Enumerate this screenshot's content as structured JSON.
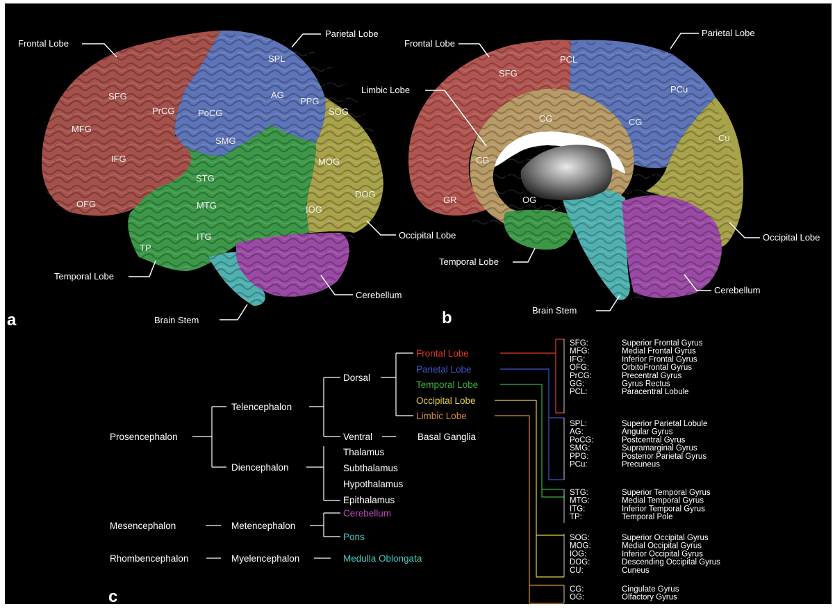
{
  "panels": {
    "a": "a",
    "b": "b",
    "c": "c"
  },
  "panel_a": {
    "lobes": {
      "frontal": "Frontal Lobe",
      "parietal": "Parietal Lobe",
      "temporal": "Temporal Lobe",
      "occipital": "Occipital Lobe",
      "cerebellum": "Cerebellum",
      "brainstem": "Brain Stem"
    },
    "gyri": {
      "sfg": "SFG",
      "mfg": "MFG",
      "ifg": "IFG",
      "ofg": "OFG",
      "prcg": "PrCG",
      "pocg": "PoCG",
      "spl": "SPL",
      "ag": "AG",
      "ppg": "PPG",
      "smg": "SMG",
      "sog": "SOG",
      "mog": "MOG",
      "iog": "IOG",
      "dog": "DOG",
      "stg": "STG",
      "mtg": "MTG",
      "itg": "ITG",
      "tp": "TP"
    }
  },
  "panel_b": {
    "lobes": {
      "frontal": "Frontal Lobe",
      "parietal": "Parietal Lobe",
      "limbic": "Limbic Lobe",
      "temporal": "Temporal Lobe",
      "occipital": "Occipital Lobe",
      "cerebellum": "Cerebellum",
      "brainstem": "Brain Stem"
    },
    "gyri": {
      "sfg": "SFG",
      "pcl": "PCL",
      "pcu": "PCu",
      "cg1": "CG",
      "cg2": "CG",
      "cg3": "CG",
      "cu": "Cu",
      "gr": "GR",
      "og": "OG"
    }
  },
  "panel_c": {
    "divisions": [
      "Prosencephalon",
      "Mesencephalon",
      "Rhombencephalon"
    ],
    "subdivisions": {
      "telencephalon": "Telencephalon",
      "diencephalon": "Diencephalon",
      "metencephalon": "Metencephalon",
      "myelencephalon": "Myelencephalon",
      "dorsal": "Dorsal",
      "ventral": "Ventral",
      "basal_ganglia": "Basal Ganglia"
    },
    "diencephalon_parts": [
      "Thalamus",
      "Subthalamus",
      "Hypothalamus",
      "Epithalamus"
    ],
    "lobes": [
      {
        "name": "Frontal Lobe",
        "color": "#e23b2b"
      },
      {
        "name": "Parietal Lobe",
        "color": "#3f57c8"
      },
      {
        "name": "Temporal Lobe",
        "color": "#3fb03f"
      },
      {
        "name": "Occipital Lobe",
        "color": "#e0d24a"
      },
      {
        "name": "Limbic Lobe",
        "color": "#d98a3a"
      }
    ],
    "hindbrain": [
      {
        "name": "Cerebellum",
        "color": "#c44cc4"
      },
      {
        "name": "Pons",
        "color": "#45c8c0"
      },
      {
        "name": "Medulla Oblongata",
        "color": "#45c8c0"
      }
    ],
    "gyri_groups": [
      {
        "lobe": "frontal",
        "color": "#e23b2b",
        "items": [
          [
            "SFG:",
            "Superior Frontal Gyrus"
          ],
          [
            "MFG:",
            "Medial Frontal Gyrus"
          ],
          [
            "IFG:",
            "Inferior Frontal Gyrus"
          ],
          [
            "OFG:",
            "OrbitoFrontal Gyrus"
          ],
          [
            "PrCG:",
            "Precentral Gyrus"
          ],
          [
            "GG:",
            "Gyrus Rectus"
          ],
          [
            "PCL:",
            "Paracentral Lobule"
          ]
        ]
      },
      {
        "lobe": "parietal",
        "color": "#3f57c8",
        "items": [
          [
            "SPL:",
            "Superior Parietal Lobule"
          ],
          [
            "AG:",
            "Angular Gyrus"
          ],
          [
            "PoCG:",
            "Postcentral Gyrus"
          ],
          [
            "SMG:",
            "Supramarginal Gyrus"
          ],
          [
            "PPG:",
            "Posterior Parietal Gyrus"
          ],
          [
            "PCu:",
            "Precuneus"
          ]
        ]
      },
      {
        "lobe": "temporal",
        "color": "#3fb03f",
        "items": [
          [
            "STG:",
            "Superior Temporal Gyrus"
          ],
          [
            "MTG:",
            "Medial Temporal Gyrus"
          ],
          [
            "ITG:",
            "Inferior Temporal Gyrus"
          ],
          [
            "TP:",
            "Temporal Pole"
          ]
        ]
      },
      {
        "lobe": "occipital",
        "color": "#e0d24a",
        "items": [
          [
            "SOG:",
            "Superior Occipital Gyrus"
          ],
          [
            "MOG:",
            "Medial Occipital Gyrus"
          ],
          [
            "IOG:",
            "Inferior Occipital Gyrus"
          ],
          [
            "DOG:",
            "Descending Occipital Gyrus"
          ],
          [
            "CU:",
            "Cuneus"
          ]
        ]
      },
      {
        "lobe": "limbic",
        "color": "#d98a3a",
        "items": [
          [
            "CG:",
            "Cingulate Gyrus"
          ],
          [
            "OG:",
            "Olfactory Gyrus"
          ]
        ]
      }
    ]
  },
  "colors": {
    "frontal": "#a5504a",
    "parietal": "#5d74b8",
    "temporal": "#3c9848",
    "occipital": "#a8a24a",
    "limbic": "#b89a66",
    "cerebellum": "#9a4aa4",
    "brainstem": "#4fb0b0",
    "background": "#000000"
  }
}
